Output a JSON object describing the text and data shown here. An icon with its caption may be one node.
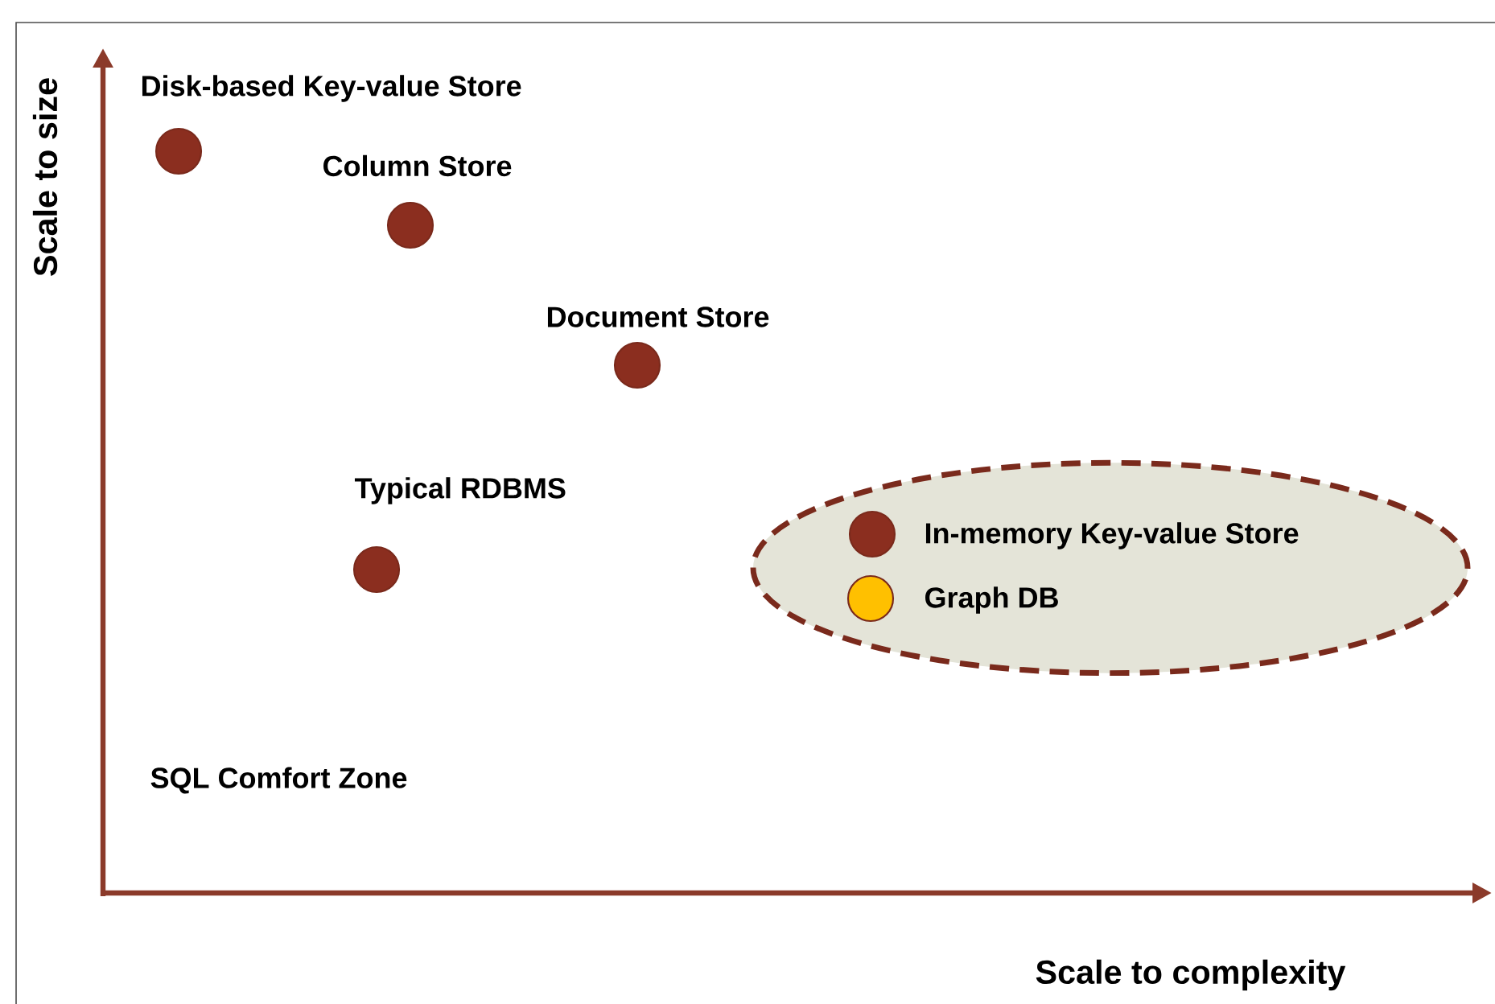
{
  "diagram": {
    "nodes": [
      {
        "text": [],
        "shape": "circle",
        "beside": [
          "Disk-based Key-value Store"
        ]
      },
      {
        "text": [],
        "shape": "circle",
        "beside": [
          "Column Store"
        ]
      },
      {
        "text": [],
        "shape": "circle",
        "beside": [
          "Document  Store"
        ]
      },
      {
        "text": [],
        "shape": "circle",
        "beside": [
          "Typical RDBMS"
        ]
      },
      {
        "text": [],
        "shape": "ellipse"
      },
      {
        "text": [],
        "shape": "circle",
        "beside": [
          "In-memory Key-value Store"
        ],
        "in": 4
      },
      {
        "text": [],
        "shape": "circle",
        "beside": [
          "Graph  DB"
        ],
        "in": 4
      }
    ],
    "labels": [
      "Scale to size",
      "SQL Comfort Zone",
      "Scale to complexity"
    ]
  }
}
